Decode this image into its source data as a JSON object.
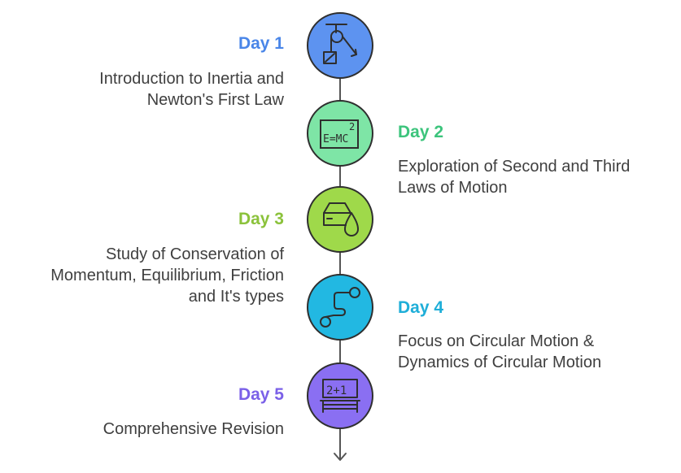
{
  "colors": {
    "connector": "#555555",
    "day1": "#4a86e8",
    "day2": "#3cc47c",
    "day3": "#8bc23b",
    "day4": "#1eaed8",
    "day5": "#7b61e8",
    "day1_fill": "#5d93f0",
    "day2_fill": "#7ee5a6",
    "day3_fill": "#9fd94a",
    "day4_fill": "#22b8e2",
    "day5_fill": "#8a6ff2",
    "icon_stroke": "#2e2e2e"
  },
  "days": [
    {
      "title": "Day 1",
      "desc_lines": [
        "Introduction to Inertia and",
        "Newton's First Law"
      ],
      "icon": "pulley-icon"
    },
    {
      "title": "Day 2",
      "desc_lines": [
        "Exploration of Second and Third",
        "Laws of Motion"
      ],
      "icon": "equation-board-icon",
      "icon_text": "E=MC",
      "icon_sup": "2"
    },
    {
      "title": "Day 3",
      "desc_lines": [
        "Study of Conservation of",
        "Momentum, Equilibrium,  Friction",
        "and It's types"
      ],
      "icon": "car-oil-drop-icon"
    },
    {
      "title": "Day 4",
      "desc_lines": [
        "Focus on Circular Motion &",
        "Dynamics of Circular Motion"
      ],
      "icon": "path-icon"
    },
    {
      "title": "Day 5",
      "desc_lines": [
        "Comprehensive Revision"
      ],
      "icon": "math-board-icon",
      "icon_text": "2+1"
    }
  ]
}
